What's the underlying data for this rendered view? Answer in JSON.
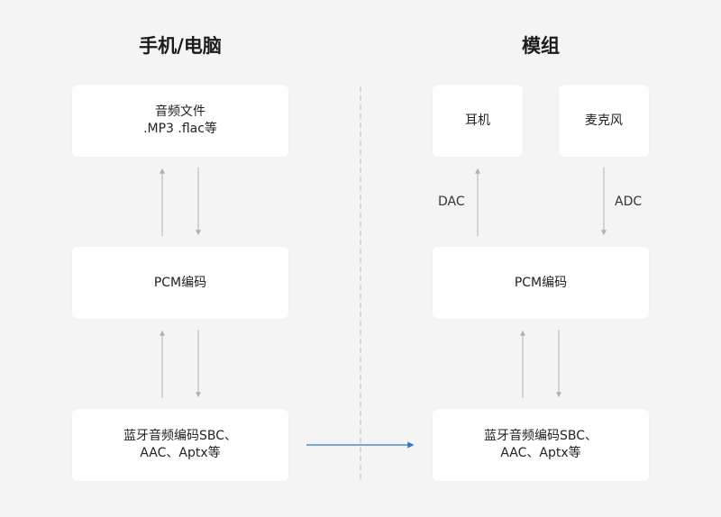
{
  "headings": {
    "left": "手机/电脑",
    "right": "模组"
  },
  "left": {
    "audio_file": {
      "line1": "音频文件",
      "line2": ".MP3 .flac等"
    },
    "pcm": "PCM编码",
    "bluetooth": {
      "line1": "蓝牙音频编码SBC、",
      "line2": "AAC、Aptx等"
    }
  },
  "right": {
    "earphone": "耳机",
    "microphone": "麦克风",
    "dac_label": "DAC",
    "adc_label": "ADC",
    "pcm": "PCM编码",
    "bluetooth": {
      "line1": "蓝牙音频编码SBC、",
      "line2": "AAC、Aptx等"
    }
  },
  "colors": {
    "background": "#f4f4f4",
    "box": "#ffffff",
    "arrow_gray": "#b0b0b0",
    "arrow_blue": "#2a7bc4",
    "divider": "#b8b8b8"
  }
}
